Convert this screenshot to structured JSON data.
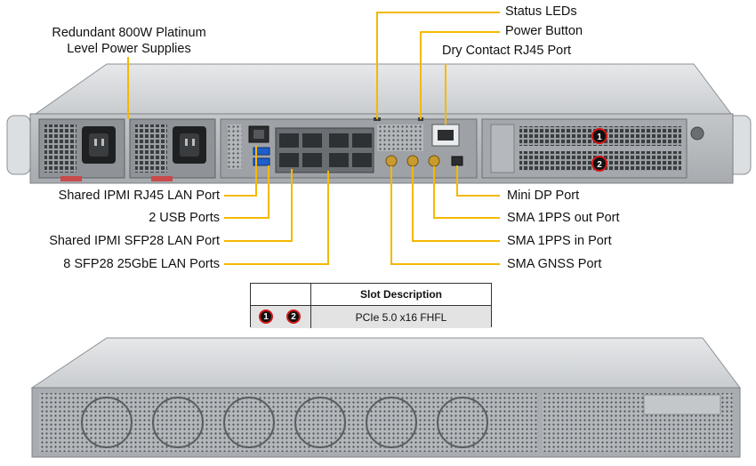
{
  "labels": {
    "power_supplies_line1": "Redundant 800W Platinum",
    "power_supplies_line2": "Level Power Supplies",
    "status_leds": "Status LEDs",
    "power_button": "Power Button",
    "dry_contact": "Dry Contact RJ45 Port",
    "ipmi_rj45": "Shared IPMI RJ45 LAN Port",
    "usb_ports": "2 USB Ports",
    "ipmi_sfp28": "Shared IPMI SFP28 LAN Port",
    "sfp28_ports": "8 SFP28 25GbE LAN Ports",
    "mini_dp": "Mini DP Port",
    "sma_out": "SMA 1PPS out Port",
    "sma_in": "SMA 1PPS in Port",
    "sma_gnss": "SMA GNSS Port"
  },
  "slot_table": {
    "header": "Slot Description",
    "slot_numbers": [
      "1",
      "2"
    ],
    "description": "PCIe 5.0 x16 FHFL"
  },
  "colors": {
    "leader_line": "#f5b800",
    "badge_ring": "#d41616",
    "chassis": "#b9bcbf"
  }
}
